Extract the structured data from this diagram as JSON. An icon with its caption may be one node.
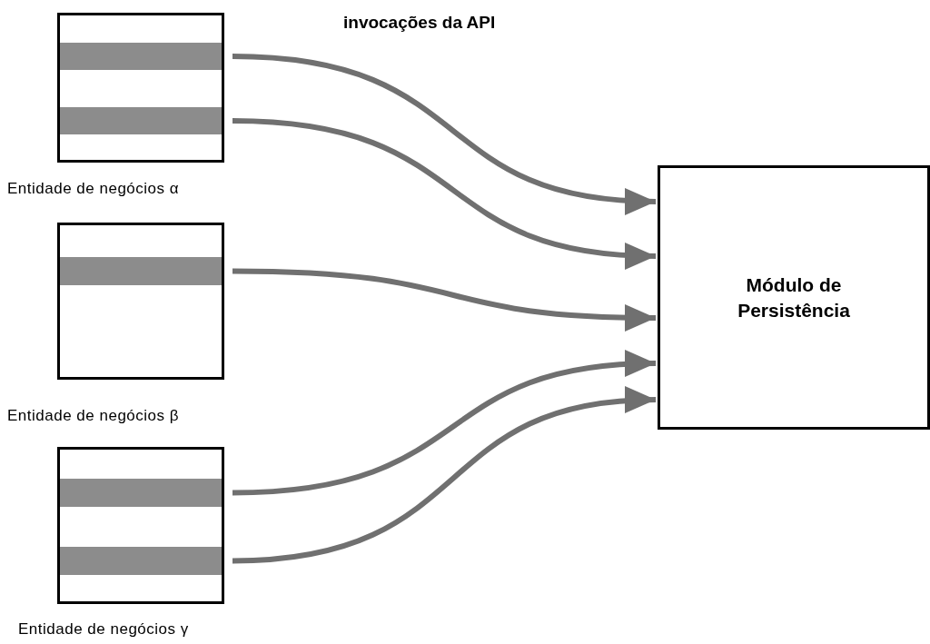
{
  "diagram": {
    "nodes": [
      {
        "text": [],
        "shape": "box",
        "beside": [
          "Entidade de negócios α"
        ]
      },
      {
        "text": [],
        "shape": "bar",
        "in": 0
      },
      {
        "text": [],
        "shape": "bar",
        "in": 0
      },
      {
        "text": [],
        "shape": "box",
        "beside": [
          "Entidade de negócios β"
        ]
      },
      {
        "text": [],
        "shape": "bar",
        "in": 3
      },
      {
        "text": [],
        "shape": "box",
        "beside": [
          "Entidade de negócios γ"
        ]
      },
      {
        "text": [],
        "shape": "bar",
        "in": 5
      },
      {
        "text": [],
        "shape": "bar",
        "in": 5
      },
      {
        "text": [
          "Módulo de Persistência"
        ]
      }
    ],
    "edges": [
      {
        "from": 1,
        "to": 8,
        "arrow": "to"
      },
      {
        "from": 2,
        "to": 8,
        "arrow": "to"
      },
      {
        "from": 4,
        "to": 8,
        "arrow": "to"
      },
      {
        "from": 6,
        "to": 8,
        "arrow": "to"
      },
      {
        "from": 7,
        "to": 8,
        "arrow": "to"
      }
    ],
    "labels": [
      "invocações da API"
    ]
  }
}
